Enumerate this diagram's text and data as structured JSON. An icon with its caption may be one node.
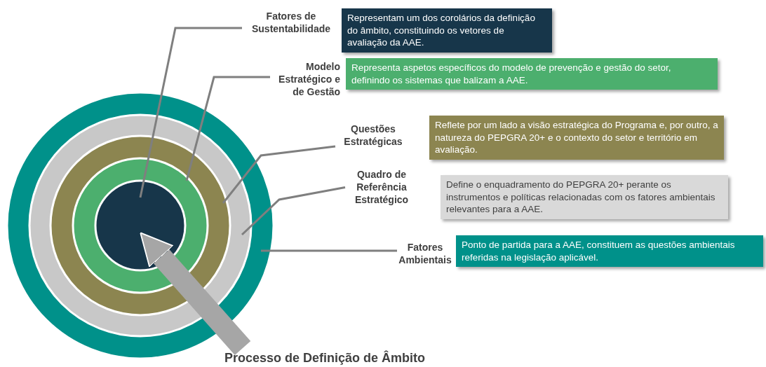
{
  "diagram": {
    "nodes": [
      {
        "text": [],
        "shape": "circle"
      },
      {
        "text": [],
        "shape": "circle",
        "in": 0
      },
      {
        "text": [],
        "shape": "circle",
        "in": 1
      },
      {
        "text": [],
        "shape": "circle",
        "in": 2
      },
      {
        "text": [],
        "shape": "circle",
        "in": 3
      },
      {
        "text": [
          "Fatores de Sustentabilidade"
        ]
      },
      {
        "text": [
          "Representam um dos corolários da definição do âmbito, constituindo os vetores de avaliação da AAE."
        ]
      },
      {
        "text": [
          "Modelo Estratégico e de Gestão"
        ]
      },
      {
        "text": [
          "Representa aspetos específicos do modelo de prevenção e gestão do setor, definindo os sistemas que balizam a AAE."
        ]
      },
      {
        "text": [
          "Questões Estratégicas"
        ]
      },
      {
        "text": [
          "Reflete por um lado a visão estratégica do Programa e, por outro, a natureza do PEPGRA 20+ e o contexto do setor e território em avaliação."
        ]
      },
      {
        "text": [
          "Quadro de Referência Estratégico"
        ]
      },
      {
        "text": [
          "Define o enquadramento do PEPGRA 20+ perante os instrumentos e políticas relacionadas com os fatores ambientais relevantes para a AAE."
        ]
      },
      {
        "text": [
          "Fatores Ambientais"
        ]
      },
      {
        "text": [
          "Ponto de partida para a AAE, constituem as questões ambientais referidas na legislação aplicável."
        ]
      },
      {
        "text": [
          "Processo de Definição de Âmbito"
        ]
      }
    ],
    "edges": [
      {
        "from": 5,
        "to": 4,
        "arrow": "none"
      },
      {
        "from": 7,
        "to": 3,
        "arrow": "none"
      },
      {
        "from": 9,
        "to": 2,
        "arrow": "none"
      },
      {
        "from": 11,
        "to": 1,
        "arrow": "none"
      },
      {
        "from": 13,
        "to": 0,
        "arrow": "none"
      },
      {
        "from": 15,
        "to": 4,
        "arrow": "to",
        "style": "thick",
        "color": "#a6a6a6"
      }
    ]
  }
}
